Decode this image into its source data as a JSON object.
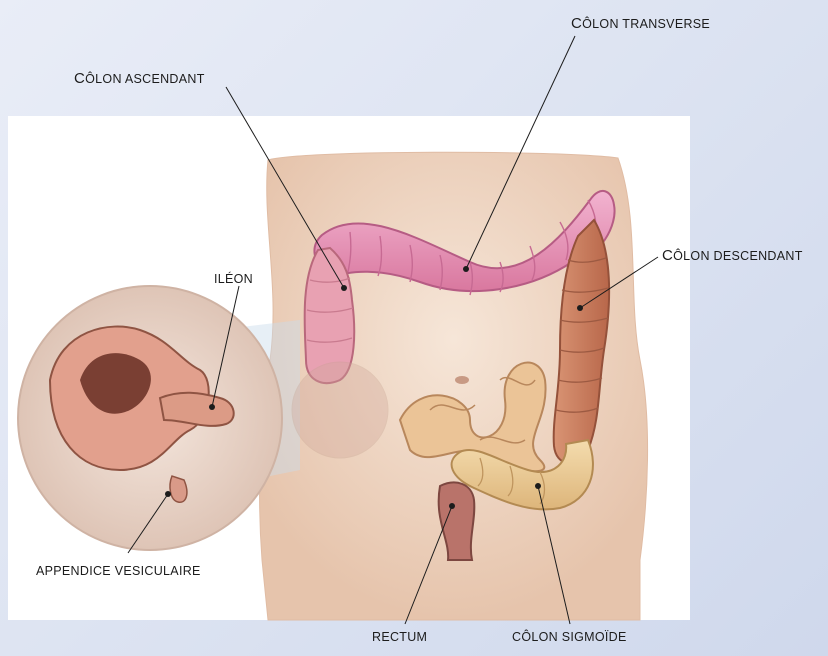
{
  "labels": {
    "colon_transverse": "Côlon transverse",
    "colon_ascendant": "Côlon ascendant",
    "colon_descendant": "Côlon descendant",
    "ileon": "Iléon",
    "appendice": "Appendice vesiculaire",
    "rectum": "Rectum",
    "colon_sigmoide": "Côlon sigmoïde"
  },
  "colors": {
    "background": "#dbe2f1",
    "skin": "#f1dccb",
    "transverse": "#e58fb3",
    "ascendant": "#e38a9e",
    "descendant": "#c97a5a",
    "sigmoid": "#eacb93",
    "small_intestine": "#e7b98d",
    "magnifier": "#e9d5c9"
  }
}
